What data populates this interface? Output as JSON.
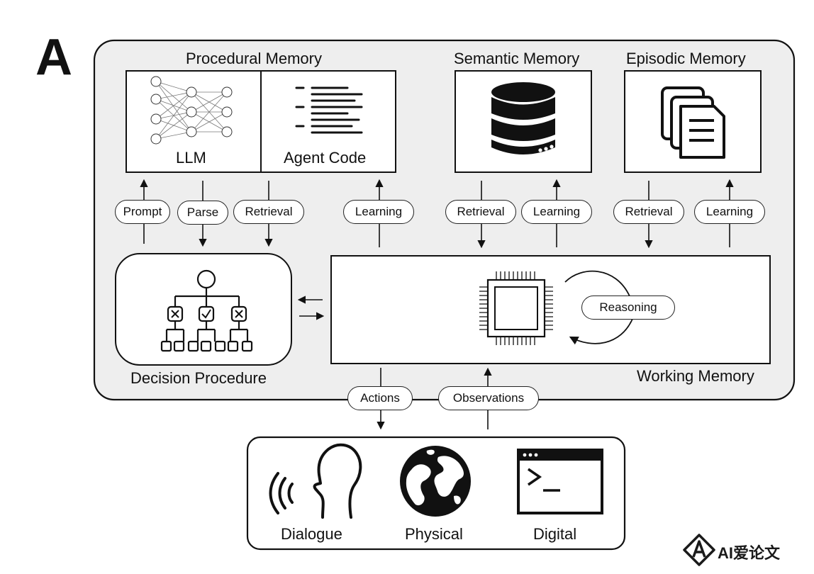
{
  "panel_letter": "A",
  "memory": {
    "procedural_title": "Procedural Memory",
    "semantic_title": "Semantic Memory",
    "episodic_title": "Episodic Memory",
    "llm_label": "LLM",
    "agent_code_label": "Agent Code",
    "working_memory_label": "Working Memory",
    "decision_procedure_label": "Decision Procedure",
    "reasoning_label": "Reasoning"
  },
  "arrows": {
    "prompt": "Prompt",
    "parse": "Parse",
    "retrieval": "Retrieval",
    "learning": "Learning",
    "actions": "Actions",
    "observations": "Observations"
  },
  "environment": {
    "dialogue": "Dialogue",
    "physical": "Physical",
    "digital": "Digital"
  },
  "watermark": "AI爱论文"
}
